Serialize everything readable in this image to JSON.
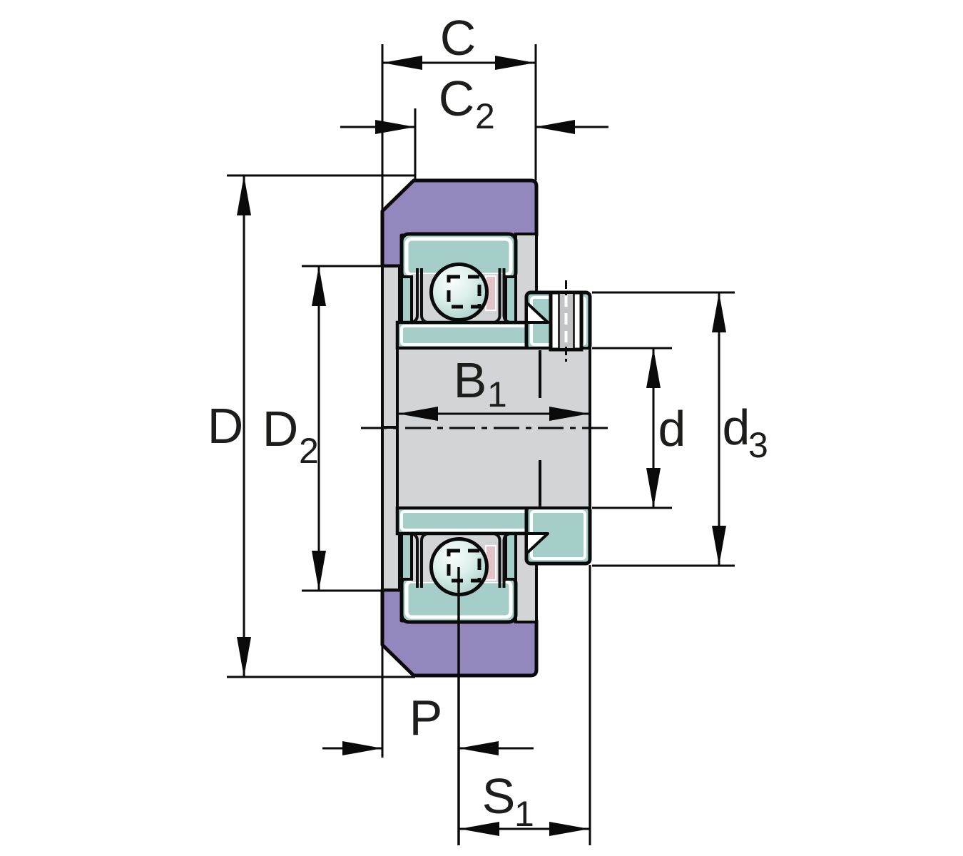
{
  "figure": {
    "kind": "engineering cross-section drawing",
    "subject": "flanged insert ball bearing unit with eccentric locking collar and set screw",
    "background": "#ffffff"
  },
  "labels": {
    "C": "C",
    "C2": {
      "base": "C",
      "sub": "2"
    },
    "D": "D",
    "D2": {
      "base": "D",
      "sub": "2"
    },
    "B1": {
      "base": "B",
      "sub": "1"
    },
    "d": "d",
    "d3": {
      "base": "d",
      "sub": "3"
    },
    "P": "P",
    "S1": {
      "base": "S",
      "sub": "1"
    }
  },
  "colors": {
    "housing_purple": "#9487be",
    "bearing_teal": "#a5cec9",
    "steel_gray": "#d3d4d6",
    "cage_pink": "#e2c3c8",
    "screw_gray": "#c3c4c6",
    "outline_black": "#0a0a0a",
    "label_color": "#1d1d1b",
    "highlight_white": "#ffffff"
  }
}
